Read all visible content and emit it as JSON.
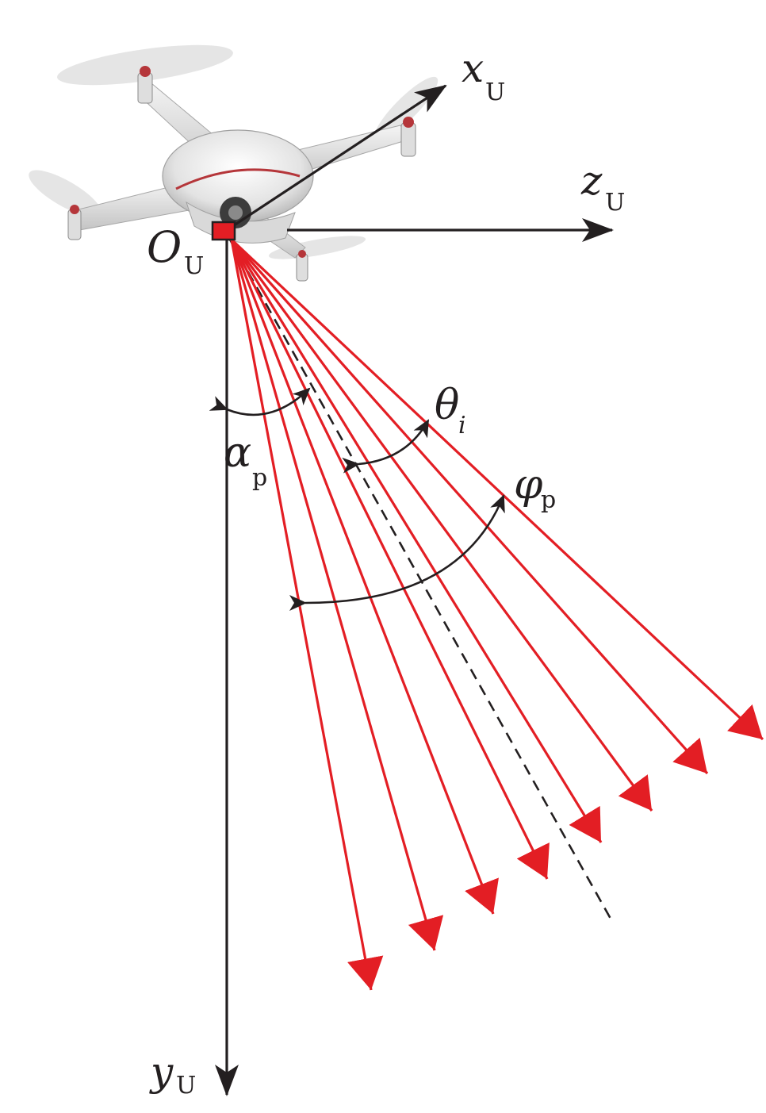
{
  "labels": {
    "x_axis": {
      "symbol": "x",
      "subscript": "U"
    },
    "z_axis": {
      "symbol": "z",
      "subscript": "U"
    },
    "y_axis": {
      "symbol": "y",
      "subscript": "U"
    },
    "origin": {
      "symbol": "O",
      "subscript": "U"
    },
    "alpha": {
      "symbol": "α",
      "subscript": "p"
    },
    "theta": {
      "symbol": "θ",
      "subscript": "i"
    },
    "phi": {
      "symbol": "φ",
      "subscript": "p"
    }
  },
  "colors": {
    "axis": "#231f20",
    "beam": "#e31e24",
    "sensor": "#e31e24",
    "drone_body": "#e6e6e6"
  },
  "beams": {
    "count": 8
  },
  "icons": {
    "drone": "quadcopter-drone-icon",
    "sensor": "lidar-sensor-icon"
  }
}
